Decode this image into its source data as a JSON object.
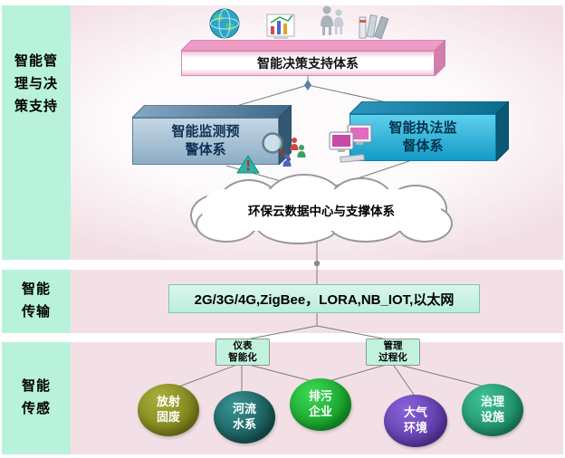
{
  "left_labels": {
    "management": "智能管\n理与决\n策支持",
    "transmission": "智能\n传输",
    "sensing": "智能\n传感"
  },
  "banners": {
    "decision": "智能决策支持体系",
    "monitoring": "智能监测预\n警体系",
    "enforcement": "智能执法监\n督体系"
  },
  "cloud_label": "环保云数据中心与支撑体系",
  "transmission_bar": "2G/3G/4G,ZigBee，LORA,NB_IOT,以太网",
  "process_nodes": [
    {
      "label": "仪表\n智能化"
    },
    {
      "label": "管理\n过程化"
    }
  ],
  "sensor_circles": [
    {
      "label": "放射\n固废",
      "color": "#7a7f18"
    },
    {
      "label": "河流\n水系",
      "color": "#165454"
    },
    {
      "label": "排污\n企业",
      "color": "#149c28"
    },
    {
      "label": "大气\n环境",
      "color": "#5a36a4"
    },
    {
      "label": "治理\n设施",
      "color": "#1c8a62"
    }
  ],
  "icons": [
    "globe-icon",
    "bar-chart-icon",
    "people-icon",
    "books-icon",
    "magnifier-icon",
    "warning-triangle-icon",
    "monitors-icon"
  ],
  "colors": {
    "band_bg": "#f3e0e6",
    "side_label_bg": "#b9f2da",
    "decision_banner": "#ee9cc6",
    "monitoring_banner": "#9db9d2",
    "enforcement_banner": "#18a8d8",
    "network_bar_bg": "#cdf3e6"
  }
}
